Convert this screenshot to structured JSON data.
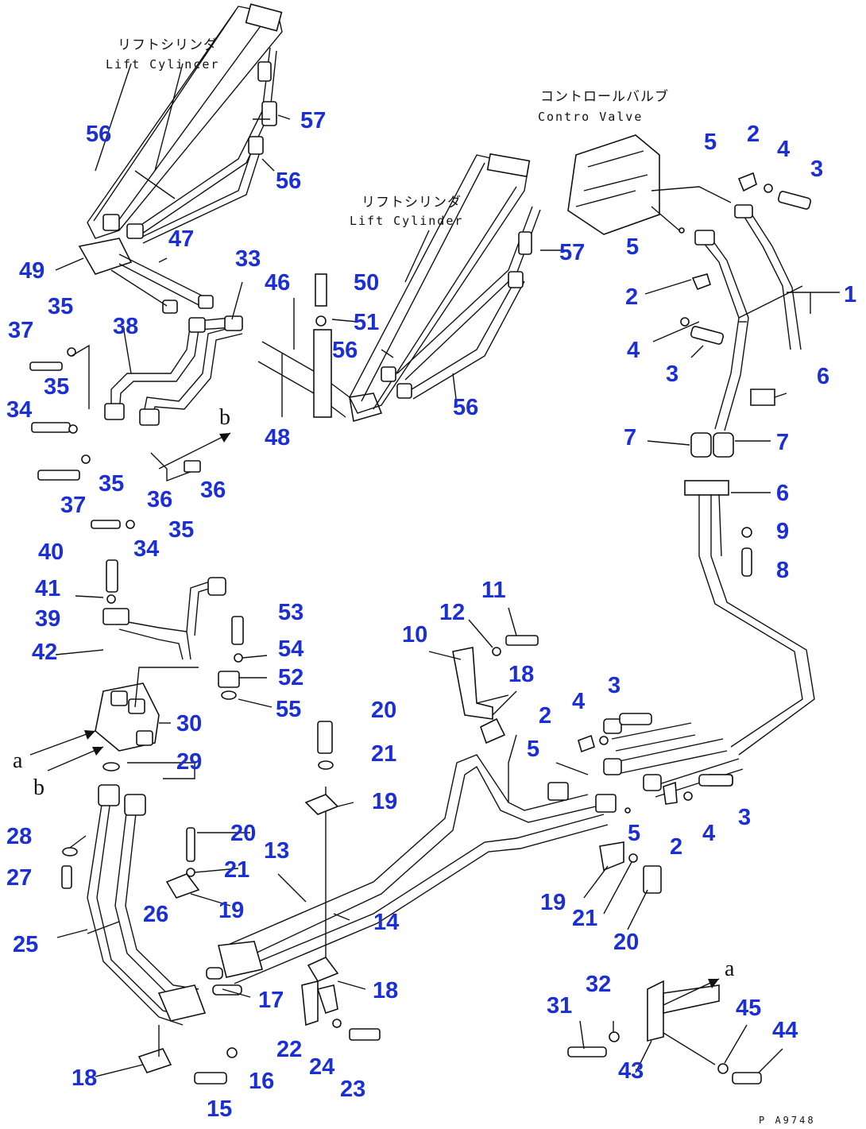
{
  "labels": {
    "lift_cylinder_left_jp": "リフトシリンダ",
    "lift_cylinder_left_en": "Lift Cylincer",
    "lift_cylinder_right_jp": "リフトシリンダ",
    "lift_cylinder_right_en": "Lift Cylinder",
    "control_valve_jp": "コントロールバルブ",
    "control_valve_en": "Contro Valve",
    "arrow_a_top": "a",
    "arrow_b_top": "b",
    "arrow_a_left": "a",
    "arrow_b_left": "b",
    "figure_code": "P A9748"
  },
  "callouts": [
    {
      "id": "c1",
      "text": "1"
    },
    {
      "id": "c2a",
      "text": "2"
    },
    {
      "id": "c2b",
      "text": "2"
    },
    {
      "id": "c2c",
      "text": "2"
    },
    {
      "id": "c2d",
      "text": "2"
    },
    {
      "id": "c3a",
      "text": "3"
    },
    {
      "id": "c3b",
      "text": "3"
    },
    {
      "id": "c3c",
      "text": "3"
    },
    {
      "id": "c3d",
      "text": "3"
    },
    {
      "id": "c4a",
      "text": "4"
    },
    {
      "id": "c4b",
      "text": "4"
    },
    {
      "id": "c4c",
      "text": "4"
    },
    {
      "id": "c4d",
      "text": "4"
    },
    {
      "id": "c5a",
      "text": "5"
    },
    {
      "id": "c5b",
      "text": "5"
    },
    {
      "id": "c5c",
      "text": "5"
    },
    {
      "id": "c5d",
      "text": "5"
    },
    {
      "id": "c6a",
      "text": "6"
    },
    {
      "id": "c6b",
      "text": "6"
    },
    {
      "id": "c7a",
      "text": "7"
    },
    {
      "id": "c7b",
      "text": "7"
    },
    {
      "id": "c8",
      "text": "8"
    },
    {
      "id": "c9",
      "text": "9"
    },
    {
      "id": "c10",
      "text": "10"
    },
    {
      "id": "c11",
      "text": "11"
    },
    {
      "id": "c12",
      "text": "12"
    },
    {
      "id": "c13",
      "text": "13"
    },
    {
      "id": "c14",
      "text": "14"
    },
    {
      "id": "c15",
      "text": "15"
    },
    {
      "id": "c16",
      "text": "16"
    },
    {
      "id": "c17",
      "text": "17"
    },
    {
      "id": "c18a",
      "text": "18"
    },
    {
      "id": "c18b",
      "text": "18"
    },
    {
      "id": "c18c",
      "text": "18"
    },
    {
      "id": "c19a",
      "text": "19"
    },
    {
      "id": "c19b",
      "text": "19"
    },
    {
      "id": "c19c",
      "text": "19"
    },
    {
      "id": "c20a",
      "text": "20"
    },
    {
      "id": "c20b",
      "text": "20"
    },
    {
      "id": "c20c",
      "text": "20"
    },
    {
      "id": "c21a",
      "text": "21"
    },
    {
      "id": "c21b",
      "text": "21"
    },
    {
      "id": "c21c",
      "text": "21"
    },
    {
      "id": "c22",
      "text": "22"
    },
    {
      "id": "c23",
      "text": "23"
    },
    {
      "id": "c24",
      "text": "24"
    },
    {
      "id": "c25",
      "text": "25"
    },
    {
      "id": "c26",
      "text": "26"
    },
    {
      "id": "c27",
      "text": "27"
    },
    {
      "id": "c28",
      "text": "28"
    },
    {
      "id": "c29",
      "text": "29"
    },
    {
      "id": "c30",
      "text": "30"
    },
    {
      "id": "c31",
      "text": "31"
    },
    {
      "id": "c32",
      "text": "32"
    },
    {
      "id": "c33",
      "text": "33"
    },
    {
      "id": "c34a",
      "text": "34"
    },
    {
      "id": "c34b",
      "text": "34"
    },
    {
      "id": "c35a",
      "text": "35"
    },
    {
      "id": "c35b",
      "text": "35"
    },
    {
      "id": "c35c",
      "text": "35"
    },
    {
      "id": "c35d",
      "text": "35"
    },
    {
      "id": "c36a",
      "text": "36"
    },
    {
      "id": "c36b",
      "text": "36"
    },
    {
      "id": "c37a",
      "text": "37"
    },
    {
      "id": "c37b",
      "text": "37"
    },
    {
      "id": "c38",
      "text": "38"
    },
    {
      "id": "c39",
      "text": "39"
    },
    {
      "id": "c40",
      "text": "40"
    },
    {
      "id": "c41",
      "text": "41"
    },
    {
      "id": "c42",
      "text": "42"
    },
    {
      "id": "c43",
      "text": "43"
    },
    {
      "id": "c44",
      "text": "44"
    },
    {
      "id": "c45",
      "text": "45"
    },
    {
      "id": "c46",
      "text": "46"
    },
    {
      "id": "c47",
      "text": "47"
    },
    {
      "id": "c48",
      "text": "48"
    },
    {
      "id": "c49",
      "text": "49"
    },
    {
      "id": "c50",
      "text": "50"
    },
    {
      "id": "c51",
      "text": "51"
    },
    {
      "id": "c52",
      "text": "52"
    },
    {
      "id": "c53",
      "text": "53"
    },
    {
      "id": "c54",
      "text": "54"
    },
    {
      "id": "c55",
      "text": "55"
    },
    {
      "id": "c56a",
      "text": "56"
    },
    {
      "id": "c56b",
      "text": "56"
    },
    {
      "id": "c56c",
      "text": "56"
    },
    {
      "id": "c56d",
      "text": "56"
    },
    {
      "id": "c57a",
      "text": "57"
    },
    {
      "id": "c57b",
      "text": "57"
    }
  ]
}
